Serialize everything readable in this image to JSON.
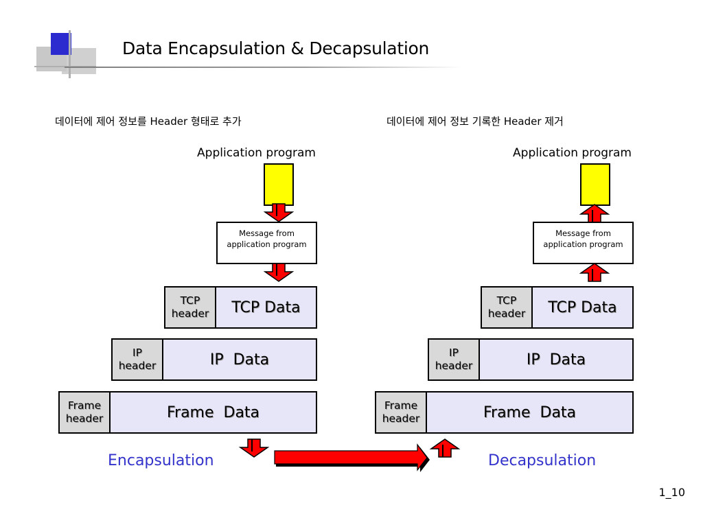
{
  "slide": {
    "title": "Data Encapsulation & Decapsulation",
    "page_number": "1_10"
  },
  "encapsulation": {
    "caption": "데이터에 제어 정보를 Header 형태로 추가",
    "app_label": "Application program",
    "message_line1": "Message from",
    "message_line2": "application program",
    "tcp_header_line1": "TCP",
    "tcp_header_line2": "header",
    "tcp_data": "TCP Data",
    "ip_header_line1": "IP",
    "ip_header_line2": "header",
    "ip_data": "IP  Data",
    "frame_header_line1": "Frame",
    "frame_header_line2": "header",
    "frame_data": "Frame  Data",
    "label": "Encapsulation"
  },
  "decapsulation": {
    "caption": "데이터에 제어 정보 기록한 Header 제거",
    "app_label": "Application program",
    "message_line1": "Message from",
    "message_line2": "application program",
    "tcp_header_line1": "TCP",
    "tcp_header_line2": "header",
    "tcp_data": "TCP Data",
    "ip_header_line1": "IP",
    "ip_header_line2": "header",
    "ip_data": "IP  Data",
    "frame_header_line1": "Frame",
    "frame_header_line2": "header",
    "frame_data": "Frame  Data",
    "label": "Decapsulation"
  },
  "colors": {
    "arrow_red": "#ff0000",
    "app_box": "#ffff00",
    "header_fill": "#d9d9d9",
    "data_fill": "#e6e6f8",
    "section_label": "#3333cc",
    "logo_blue": "#2b2bd0"
  },
  "icons": {
    "logo": "slide-corner-logo",
    "down_arrow": "down-arrow-icon",
    "up_arrow": "up-arrow-icon",
    "transfer_arrow": "right-arrow-icon"
  }
}
